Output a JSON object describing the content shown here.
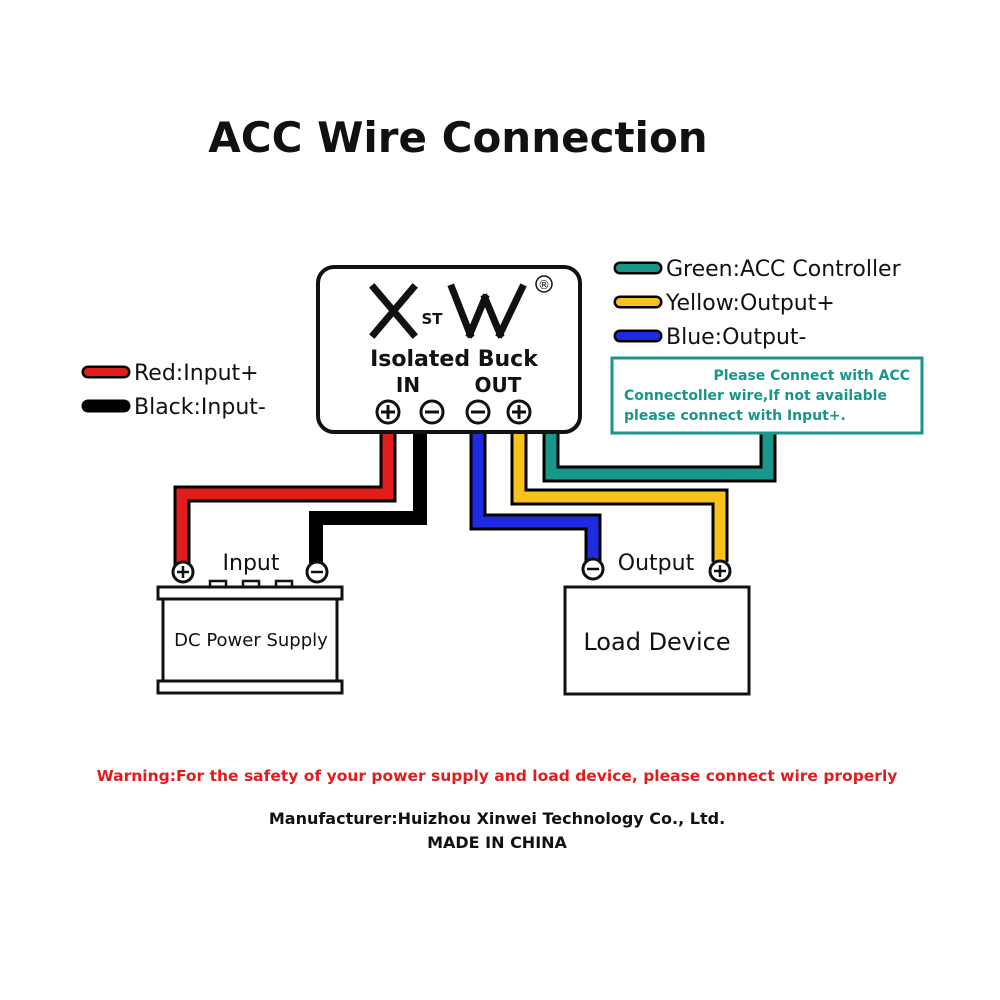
{
  "title": "ACC Wire Connection",
  "module": {
    "brand": "XSTW",
    "registered_mark": "®",
    "name": "Isolated Buck",
    "in_label": "IN",
    "out_label": "OUT"
  },
  "legend_left": [
    {
      "label": "Red:Input+",
      "color": "#e21b1b"
    },
    {
      "label": "Black:Input-",
      "color": "#000000"
    }
  ],
  "legend_right": [
    {
      "label": "Green:ACC Controller",
      "color": "#18968a"
    },
    {
      "label": "Yellow:Output+",
      "color": "#f7c21a"
    },
    {
      "label": "Blue:Output-",
      "color": "#1f2be0"
    }
  ],
  "note": {
    "line1": "Please Connect with ACC",
    "line2": "Connectoller wire,If not available",
    "line3": "please connect with Input+.",
    "border_color": "#18968a"
  },
  "power_supply": {
    "terminal_label": "Input",
    "name": "DC Power Supply"
  },
  "load": {
    "terminal_label": "Output",
    "name": "Load Device"
  },
  "warning": "Warning:For the safety of your power supply and load device, please connect wire properly",
  "warning_color": "#e21b1b",
  "manufacturer": "Manufacturer:Huizhou Xinwei Technology Co., Ltd.",
  "origin": "MADE IN CHINA"
}
